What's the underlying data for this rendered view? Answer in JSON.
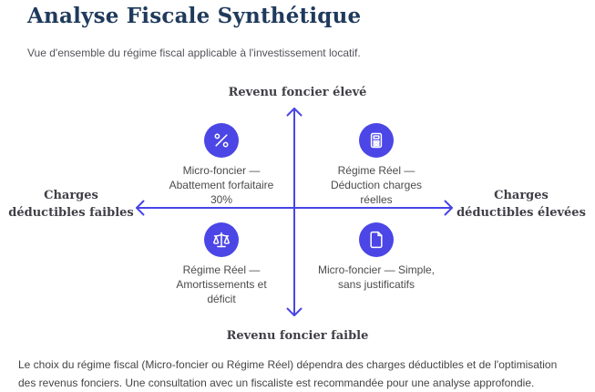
{
  "header": {
    "title": "Analyse Fiscale Synthétique",
    "subtitle": "Vue d'ensemble du régime fiscal applicable à l'investissement locatif."
  },
  "diagram": {
    "type": "quadrant-matrix",
    "axis_top": "Revenu foncier élevé",
    "axis_bottom": "Revenu foncier faible",
    "axis_left": {
      "line1": "Charges",
      "line2": "déductibles faibles"
    },
    "axis_right": {
      "line1": "Charges",
      "line2": "déductibles élevées"
    },
    "quadrants": {
      "top_left": {
        "icon": "percent-icon",
        "line1": "Micro-foncier —",
        "line2": "Abattement forfaitaire",
        "line3": "30%"
      },
      "top_right": {
        "icon": "calculator-icon",
        "line1": "Régime Réel —",
        "line2": "Déduction charges",
        "line3": "réelles"
      },
      "bottom_left": {
        "icon": "scale-icon",
        "line1": "Régime Réel —",
        "line2": "Amortissements et",
        "line3": "déficit"
      },
      "bottom_right": {
        "icon": "file-icon",
        "line1": "Micro-foncier — Simple,",
        "line2": "sans justificatifs"
      }
    }
  },
  "footer": {
    "text": "Le choix du régime fiscal (Micro-foncier ou Régime Réel) dépendra des charges déductibles et de l'optimisation des revenus fonciers. Une consultation avec un fiscaliste est recommandée pour une analyse approfondie."
  },
  "colors": {
    "accent_arrows": "#4845e8",
    "icon_circle_bg": "#4b46e5",
    "title_navy": "#1f3a5c",
    "axis_label_gray": "#3f3f46",
    "body_text_gray": "#4b4b4b"
  }
}
